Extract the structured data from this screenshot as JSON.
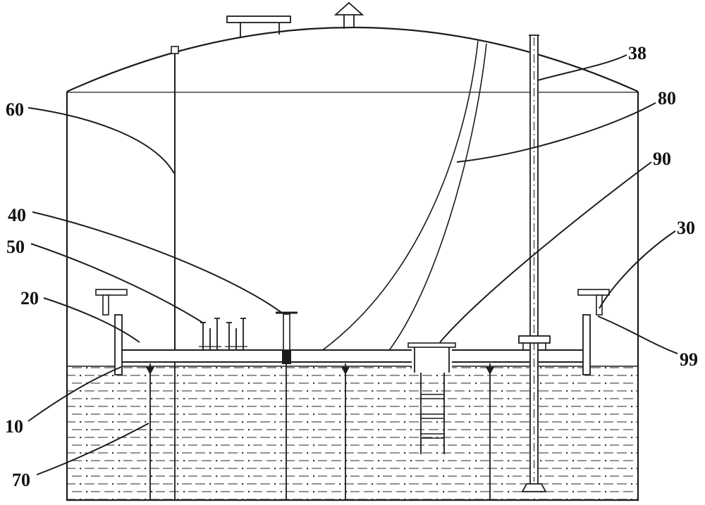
{
  "colors": {
    "background": "#ffffff",
    "ink": "#1c1c1c"
  },
  "callouts": {
    "c60": "60",
    "c38": "38",
    "c80": "80",
    "c90": "90",
    "c30": "30",
    "c99": "99",
    "c40": "40",
    "c50": "50",
    "c20": "20",
    "c10": "10",
    "c70": "70"
  }
}
